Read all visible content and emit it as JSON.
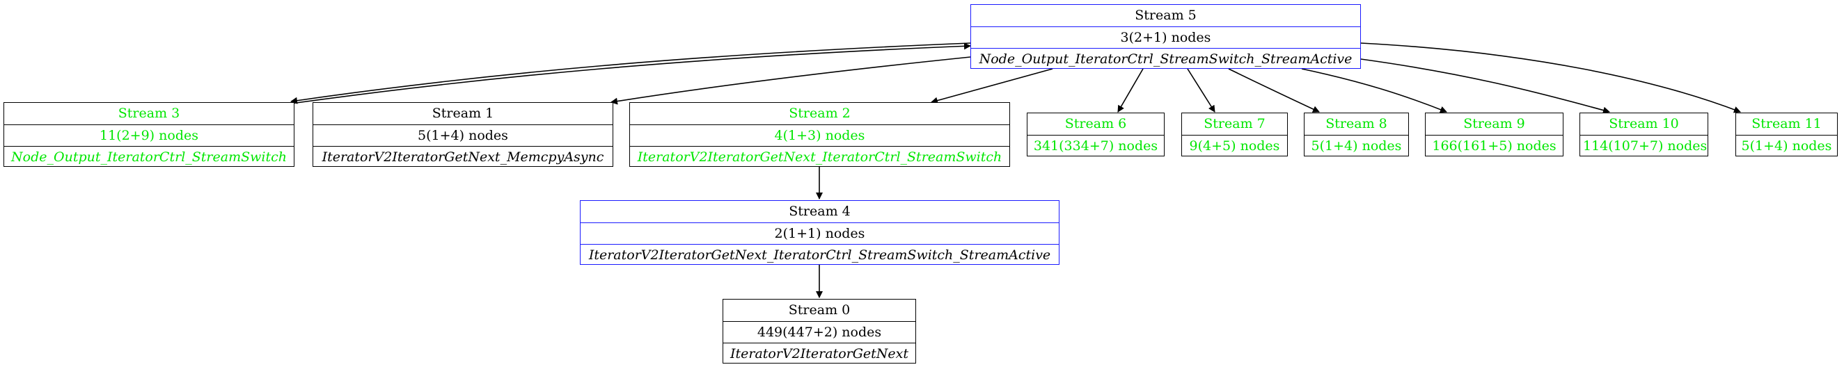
{
  "colors": {
    "default_text": "#000000",
    "highlight_text": "#00e600",
    "default_border": "#000000",
    "active_border": "#1a1aff",
    "edge": "#000000"
  },
  "nodes": {
    "stream5": {
      "title": "Stream 5",
      "count": "3(2+1) nodes",
      "op": "Node_Output_IteratorCtrl_StreamSwitch_StreamActive"
    },
    "stream3": {
      "title": "Stream 3",
      "count": "11(2+9) nodes",
      "op": "Node_Output_IteratorCtrl_StreamSwitch"
    },
    "stream1": {
      "title": "Stream 1",
      "count": "5(1+4) nodes",
      "op": "IteratorV2IteratorGetNext_MemcpyAsync"
    },
    "stream2": {
      "title": "Stream 2",
      "count": "4(1+3) nodes",
      "op": "IteratorV2IteratorGetNext_IteratorCtrl_StreamSwitch"
    },
    "stream6": {
      "title": "Stream 6",
      "count": "341(334+7) nodes"
    },
    "stream7": {
      "title": "Stream 7",
      "count": "9(4+5) nodes"
    },
    "stream8": {
      "title": "Stream 8",
      "count": "5(1+4) nodes"
    },
    "stream9": {
      "title": "Stream 9",
      "count": "166(161+5) nodes"
    },
    "stream10": {
      "title": "Stream 10",
      "count": "114(107+7) nodes"
    },
    "stream11": {
      "title": "Stream 11",
      "count": "5(1+4) nodes"
    },
    "stream4": {
      "title": "Stream 4",
      "count": "2(1+1) nodes",
      "op": "IteratorV2IteratorGetNext_IteratorCtrl_StreamSwitch_StreamActive"
    },
    "stream0": {
      "title": "Stream 0",
      "count": "449(447+2) nodes",
      "op": "IteratorV2IteratorGetNext"
    }
  },
  "edges": [
    {
      "from": "stream3",
      "to": "stream5"
    },
    {
      "from": "stream5",
      "to": "stream3"
    },
    {
      "from": "stream5",
      "to": "stream1"
    },
    {
      "from": "stream5",
      "to": "stream2"
    },
    {
      "from": "stream5",
      "to": "stream6"
    },
    {
      "from": "stream5",
      "to": "stream7"
    },
    {
      "from": "stream5",
      "to": "stream8"
    },
    {
      "from": "stream5",
      "to": "stream9"
    },
    {
      "from": "stream5",
      "to": "stream10"
    },
    {
      "from": "stream5",
      "to": "stream11"
    },
    {
      "from": "stream2",
      "to": "stream4"
    },
    {
      "from": "stream4",
      "to": "stream0"
    }
  ]
}
